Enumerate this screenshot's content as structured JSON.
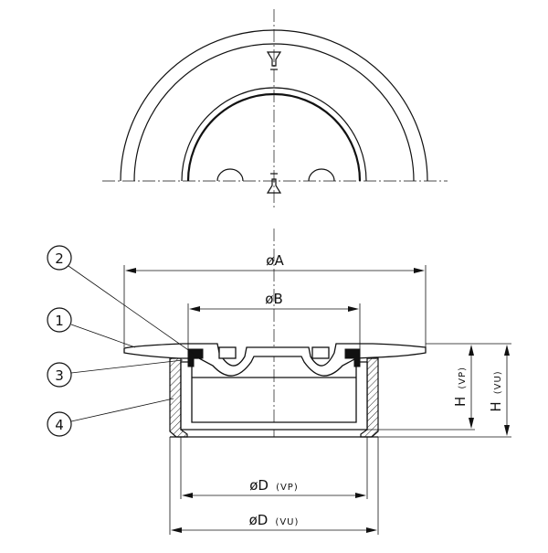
{
  "callouts": [
    "2",
    "1",
    "3",
    "4"
  ],
  "dimensions": {
    "phi_a": "øA",
    "phi_b": "øB",
    "phi_d_vp": "øD",
    "phi_d_vp_sub": "(VP)",
    "phi_d_vu": "øD",
    "phi_d_vu_sub": "(VU)",
    "h_vp": "H",
    "h_vp_sub": "(VP)",
    "h_vu": "H",
    "h_vu_sub": "(VU)"
  }
}
